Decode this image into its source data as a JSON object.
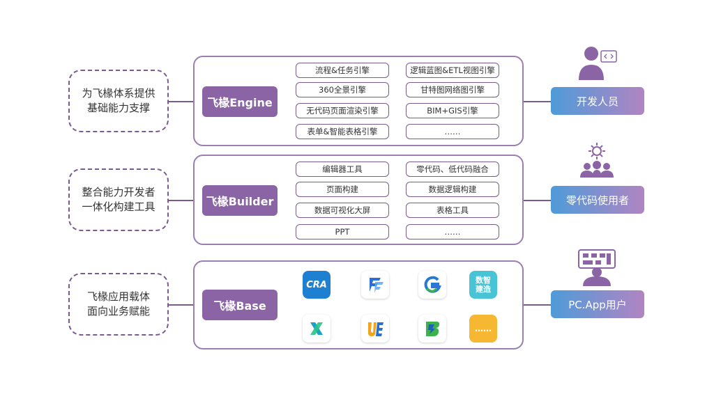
{
  "left_notes": [
    {
      "line1": "为飞椽体系提供",
      "line2": "基础能力支撑"
    },
    {
      "line1": "整合能力开发者",
      "line2": "一体化构建工具"
    },
    {
      "line1": "飞椽应用载体",
      "line2": "面向业务赋能"
    }
  ],
  "layers": {
    "engine": {
      "title": "飞椽Engine",
      "left": [
        "流程&任务引擎",
        "360全景引擎",
        "无代码页面渲染引擎",
        "表单&智能表格引擎"
      ],
      "right": [
        "逻辑蓝图&ETL视图引擎",
        "甘特图网络图引擎",
        "BIM+GIS引擎",
        "……"
      ]
    },
    "builder": {
      "title": "飞椽Builder",
      "left": [
        "编辑器工具",
        "页面构建",
        "数据可视化大屏",
        "PPT"
      ],
      "right": [
        "零代码、低代码融合",
        "数据逻辑构建",
        "表格工具",
        "……"
      ]
    },
    "base": {
      "title": "飞椽Base",
      "apps": {
        "cra_text": "CRA",
        "data_line1": "数智",
        "data_line2": "建造",
        "more_text": "……"
      }
    }
  },
  "roles": [
    "开发人员",
    "零代码使用者",
    "PC.App用户"
  ],
  "colors": {
    "core": "#8a64a5",
    "border": "#9b7fb1",
    "role_start": "#4f9bd9",
    "role_end": "#b184c2"
  }
}
